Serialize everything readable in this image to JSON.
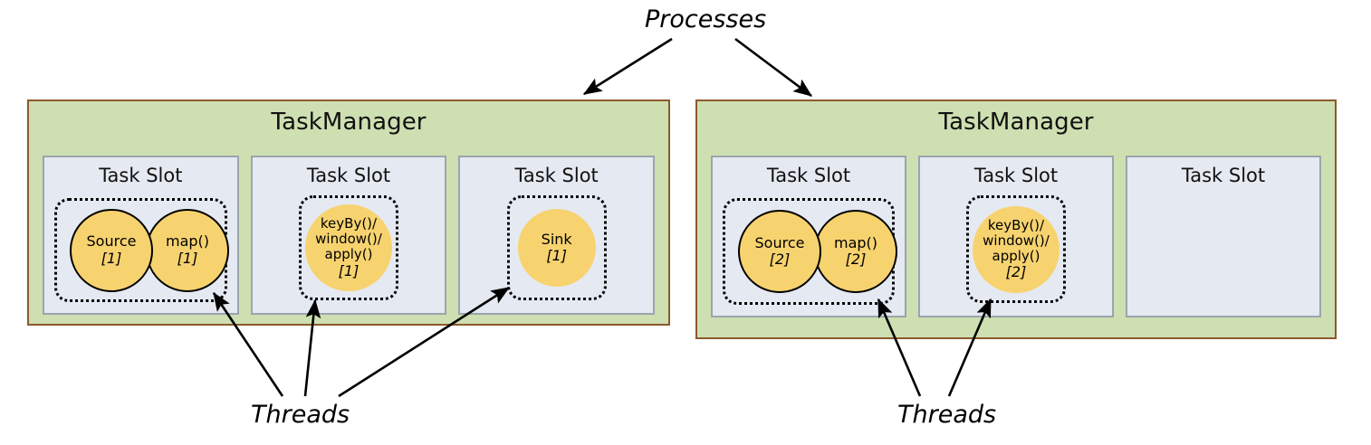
{
  "diagram": {
    "title_top": "Processes",
    "title_bottom_left": "Threads",
    "title_bottom_right": "Threads",
    "colors": {
      "taskmanager_fill": "#CEDFB1",
      "taskmanager_border": "#8B5A2B",
      "slot_fill": "#E5E9F1",
      "slot_border": "#9AA5AD",
      "operator_fill": "#F7D370",
      "thread_border": "#000000",
      "text": "#000000"
    }
  },
  "taskmanagers": [
    {
      "name": "TaskManager",
      "slots": [
        {
          "title": "Task Slot",
          "empty": false,
          "operators": [
            {
              "name": "Source",
              "index": "[1]",
              "bordered": true
            },
            {
              "name": "map()",
              "index": "[1]",
              "bordered": true
            }
          ]
        },
        {
          "title": "Task Slot",
          "empty": false,
          "operators": [
            {
              "name": "keyBy()/\nwindow()/\napply()",
              "index": "[1]",
              "bordered": false
            }
          ]
        },
        {
          "title": "Task Slot",
          "empty": false,
          "operators": [
            {
              "name": "Sink",
              "index": "[1]",
              "bordered": false
            }
          ]
        }
      ]
    },
    {
      "name": "TaskManager",
      "slots": [
        {
          "title": "Task Slot",
          "empty": false,
          "operators": [
            {
              "name": "Source",
              "index": "[2]",
              "bordered": true
            },
            {
              "name": "map()",
              "index": "[2]",
              "bordered": true
            }
          ]
        },
        {
          "title": "Task Slot",
          "empty": false,
          "operators": [
            {
              "name": "keyBy()/\nwindow()/\napply()",
              "index": "[2]",
              "bordered": false
            }
          ]
        },
        {
          "title": "Task Slot",
          "empty": true,
          "operators": []
        }
      ]
    }
  ]
}
